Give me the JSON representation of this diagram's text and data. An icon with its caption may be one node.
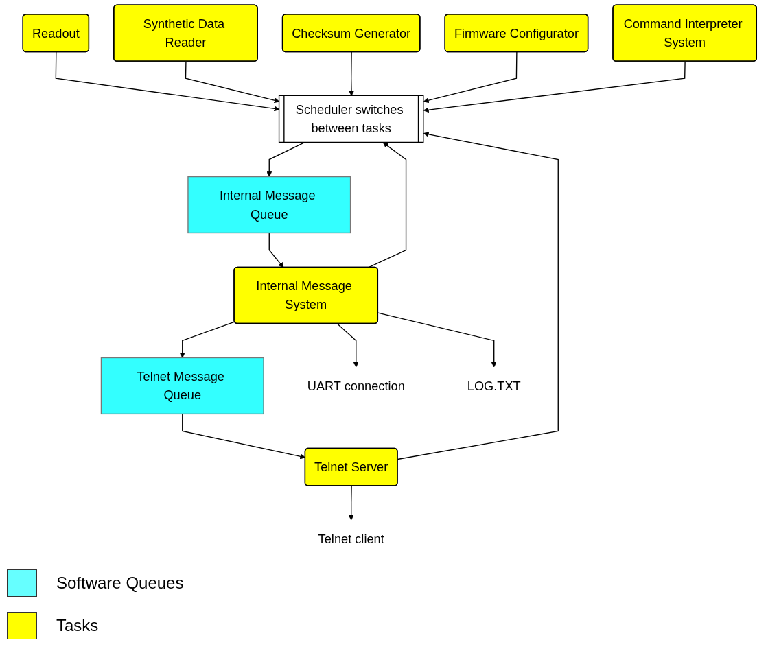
{
  "diagram": {
    "nodes": [
      {
        "text": [
          "Readout"
        ]
      },
      {
        "text": [
          "Synthetic Data Reader"
        ]
      },
      {
        "text": [
          "Checksum Generator"
        ]
      },
      {
        "text": [
          "Firmware Configurator"
        ]
      },
      {
        "text": [
          "Command Interpreter System"
        ]
      },
      {
        "text": [
          "Scheduler switches between tasks"
        ]
      },
      {
        "text": [
          "Internal Message Queue"
        ]
      },
      {
        "text": [
          "Internal Message System"
        ]
      },
      {
        "text": [
          "Telnet Message Queue"
        ]
      },
      {
        "text": [
          "Telnet Server"
        ]
      },
      {
        "text": [
          "UART connection"
        ]
      },
      {
        "text": [
          "LOG.TXT"
        ]
      },
      {
        "text": [
          "Telnet client"
        ]
      }
    ],
    "edges": [
      {
        "from": 0,
        "to": 5,
        "arrow": "to"
      },
      {
        "from": 1,
        "to": 5,
        "arrow": "to"
      },
      {
        "from": 2,
        "to": 5,
        "arrow": "to"
      },
      {
        "from": 3,
        "to": 5,
        "arrow": "to"
      },
      {
        "from": 4,
        "to": 5,
        "arrow": "to"
      },
      {
        "from": 7,
        "to": 5,
        "arrow": "to"
      },
      {
        "from": 9,
        "to": 5,
        "arrow": "to"
      },
      {
        "from": 5,
        "to": 6,
        "arrow": "to"
      },
      {
        "from": 6,
        "to": 7,
        "arrow": "to"
      },
      {
        "from": 7,
        "to": 8,
        "arrow": "to"
      },
      {
        "from": 8,
        "to": 9,
        "arrow": "to"
      },
      {
        "from": 7,
        "to": 10,
        "arrow": "to"
      },
      {
        "from": 7,
        "to": 11,
        "arrow": "to"
      },
      {
        "from": 9,
        "to": 12,
        "arrow": "to"
      }
    ],
    "legend": [
      {
        "text": "Software Queues",
        "color": "#66ffff"
      },
      {
        "text": "Tasks",
        "color": "#ffff00"
      }
    ]
  }
}
